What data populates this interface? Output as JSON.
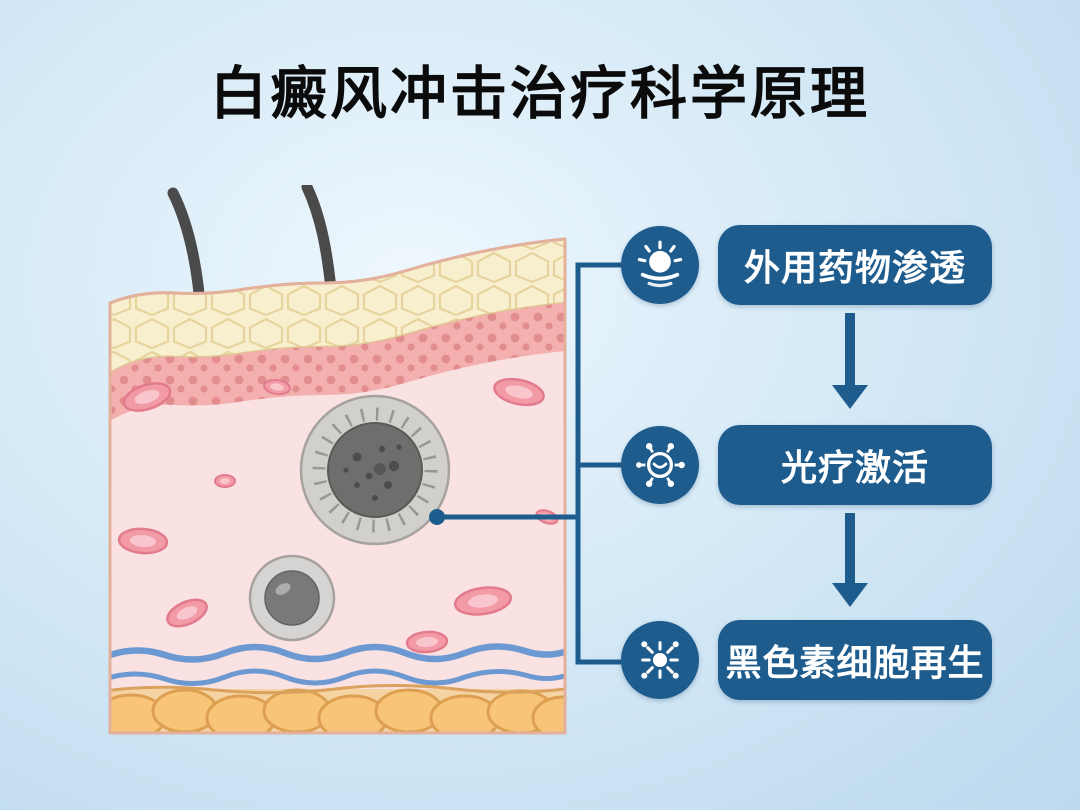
{
  "title": "白癜风冲击治疗科学原理",
  "flow": {
    "steps": [
      {
        "id": "topical-medication",
        "label": "外用药物渗透",
        "icon": "lamp-light-icon"
      },
      {
        "id": "phototherapy-activation",
        "label": "光疗激活",
        "icon": "cell-activation-icon"
      },
      {
        "id": "melanocyte-regeneration",
        "label": "黑色素细胞再生",
        "icon": "sunburst-cell-icon"
      }
    ]
  },
  "illustration": {
    "name": "skin-cross-section",
    "visible_parts": [
      "hairs",
      "epidermis-honeycomb-layer",
      "granular-pink-layer",
      "dermis",
      "large-melanocyte-cell",
      "small-melanocyte-cell",
      "blood-cells",
      "blood-vessel-waves",
      "subcutaneous-fat-cells"
    ]
  },
  "colors": {
    "background": "#cfe6f5",
    "accent_blue": "#1e5c8e",
    "title_color": "#0b0b0b",
    "pill_text": "#ffffff",
    "epidermis": "#f8efcf",
    "granular_layer": "#f3b0ae",
    "dermis": "#fae2e2",
    "fat_layer": "#f7c478",
    "vessel_blue": "#6d99d2",
    "melanocyte_gray": "#6f6e6c"
  }
}
